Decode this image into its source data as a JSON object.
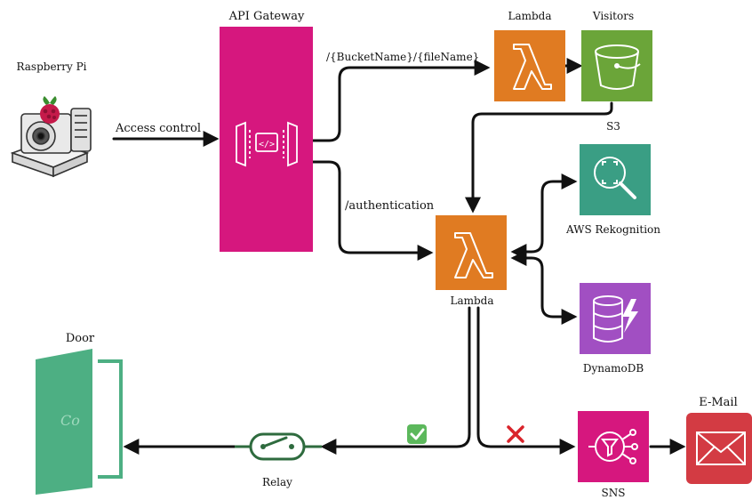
{
  "nodes": {
    "raspberry_pi": {
      "label": "Raspberry Pi"
    },
    "api_gateway": {
      "label": "API Gateway",
      "color": "#D6177E"
    },
    "lambda_top": {
      "label": "Lambda",
      "color": "#E07B22"
    },
    "s3": {
      "title": "Visitors",
      "label": "S3",
      "color": "#6BA539"
    },
    "lambda_main": {
      "label": "Lambda",
      "color": "#E07B22"
    },
    "rekognition": {
      "label": "AWS Rekognition",
      "color": "#3A9E84"
    },
    "dynamodb": {
      "label": "DynamoDB",
      "color": "#A14FC2"
    },
    "sns": {
      "label": "SNS",
      "color": "#D6177E"
    },
    "email": {
      "label": "E-Mail",
      "color": "#D33B43"
    },
    "door": {
      "label": "Door",
      "color": "#4DAF83"
    },
    "relay": {
      "label": "Relay",
      "color": "#2E6B3E"
    }
  },
  "edges": {
    "access_control": "Access control",
    "bucket_path": "/{BucketName}/{fileName}",
    "authentication": "/authentication"
  },
  "status": {
    "success_icon": "check-icon",
    "success_color": "#5CB85C",
    "failure_icon": "cross-icon",
    "failure_color": "#D9242B"
  }
}
